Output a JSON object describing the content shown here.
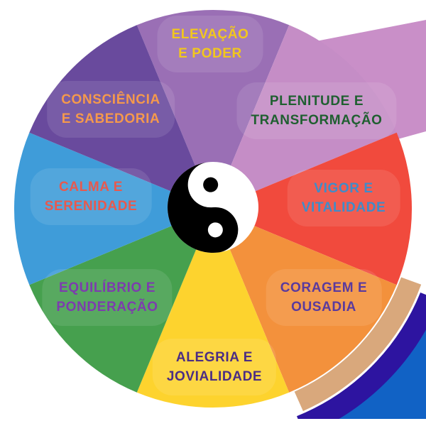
{
  "wheel": {
    "description": "color-wheel-with-8-segments",
    "segments": [
      {
        "label": "ELEVAÇÃO E PODER",
        "lines": [
          "ELEVAÇÃO",
          "E PODER"
        ],
        "color": "#9a6fb5",
        "text_color": "#f2c71d",
        "position": "top"
      },
      {
        "label": "PLENITUDE E TRANSFORMAÇÃO",
        "lines": [
          "PLENITUDE E",
          "TRANSFORMAÇÃO"
        ],
        "color": "#c58dc6",
        "text_color": "#1f5f30",
        "position": "top-right"
      },
      {
        "label": "VIGOR E VITALIDADE",
        "lines": [
          "VIGOR E",
          "VITALIDADE"
        ],
        "color": "#f14a3d",
        "text_color": "#3f8cc9",
        "position": "right"
      },
      {
        "label": "CORAGEM E OUSADIA",
        "lines": [
          "CORAGEM E",
          "OUSADIA"
        ],
        "color": "#f3913c",
        "text_color": "#5a3a9e",
        "position": "bottom-right"
      },
      {
        "label": "ALEGRIA E JOVIALIDADE",
        "lines": [
          "ALEGRIA E",
          "JOVIALIDADE"
        ],
        "color": "#fdd32e",
        "text_color": "#4b2d84",
        "position": "bottom"
      },
      {
        "label": "EQUILÍBRIO E PONDERAÇÃO",
        "lines": [
          "EQUILÍBRIO E",
          "PONDERAÇÃO"
        ],
        "color": "#46a04e",
        "text_color": "#7d3cae",
        "position": "bottom-left"
      },
      {
        "label": "CALMA E SERENIDADE",
        "lines": [
          "CALMA E",
          "SERENIDADE"
        ],
        "color": "#3f9cd9",
        "text_color": "#e7594e",
        "position": "left"
      },
      {
        "label": "CONSCIÊNCIA E SABEDORIA",
        "lines": [
          "CONSCIÊNCIA",
          "E SABEDORIA"
        ],
        "color": "#694a9d",
        "text_color": "#f5994c",
        "position": "top-left"
      }
    ]
  },
  "center_symbol": {
    "name": "yin-yang",
    "black": "#000000",
    "white": "#ffffff"
  },
  "background": {
    "page_color": "#ffffff",
    "top_right_patch_color": "#c98fc8",
    "bottom_right": {
      "tan_stripe": "#d9a87c",
      "indigo_stripe": "#2d14a0",
      "blue_field": "#1162c5"
    }
  }
}
